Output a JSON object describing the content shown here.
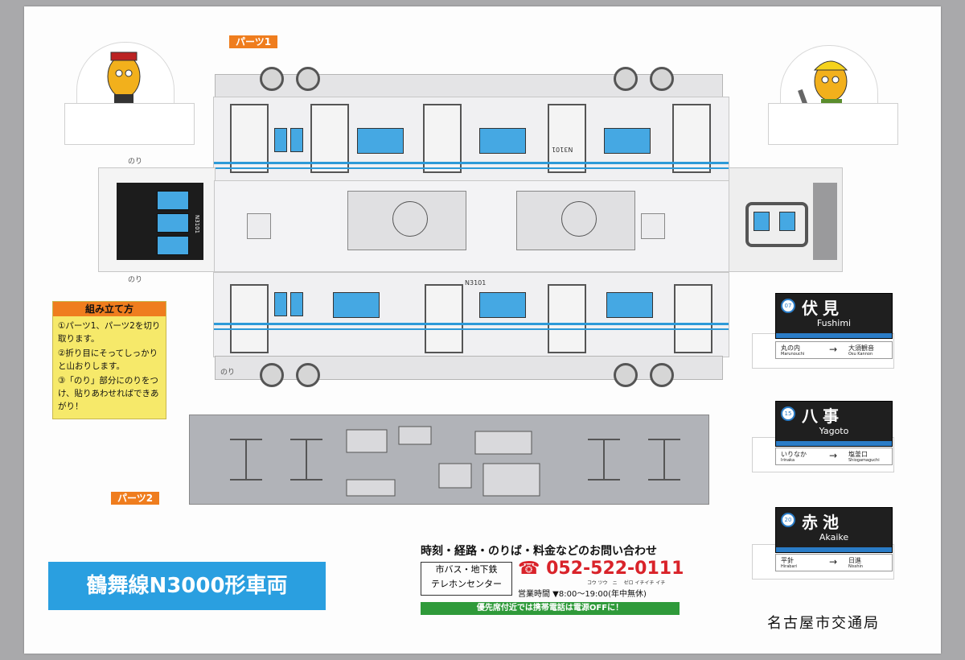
{
  "parts": {
    "part1": "パーツ1",
    "part2": "パーツ2"
  },
  "car": {
    "number_top": "N3101",
    "number_bottom": "N3101",
    "number_front": "N3101",
    "glue": "のり"
  },
  "instructions": {
    "heading": "組み立て方",
    "steps": [
      "①パーツ1、パーツ2を切り取ります。",
      "②折り目にそってしっかりと山おりします。",
      "③「のり」部分にのりをつけ、貼りあわせればできあがり！"
    ]
  },
  "stations": [
    {
      "kanji": "伏見",
      "roman": "Fushimi",
      "num": "07",
      "prev": "丸の内",
      "prev_roman": "Marunouchi",
      "next": "大須観音",
      "next_roman": "Osu Kannon"
    },
    {
      "kanji": "八事",
      "roman": "Yagoto",
      "num": "15",
      "prev": "いりなか",
      "prev_roman": "Irinaka",
      "next": "塩釜口",
      "next_roman": "Shiogamaguchi"
    },
    {
      "kanji": "赤池",
      "roman": "Akaike",
      "num": "20",
      "prev": "平針",
      "prev_roman": "Hirabari",
      "next": "日進",
      "next_roman": "Nisshin"
    }
  ],
  "footer": {
    "title": "鶴舞線N3000形車両",
    "inquiry": "時刻・経路・のりば・料金などのお問い合わせ",
    "center_line1": "市バス・地下鉄",
    "center_line2": "テレホンセンター",
    "phone": "052-522-0111",
    "phone_reading": "コウ ツウ　ニ　 ゼロ イチイチ イチ",
    "hours": "営業時間 ▼8:00～19:00(年中無休)",
    "notice": "優先席付近では携帯電話は電源OFFに！",
    "publisher": "名古屋市交通局"
  },
  "colors": {
    "accent": "#2a9fe0",
    "tag": "#ef7d1e",
    "stripe": "#2d9ad8",
    "notice_bg": "#2f9a3a"
  }
}
